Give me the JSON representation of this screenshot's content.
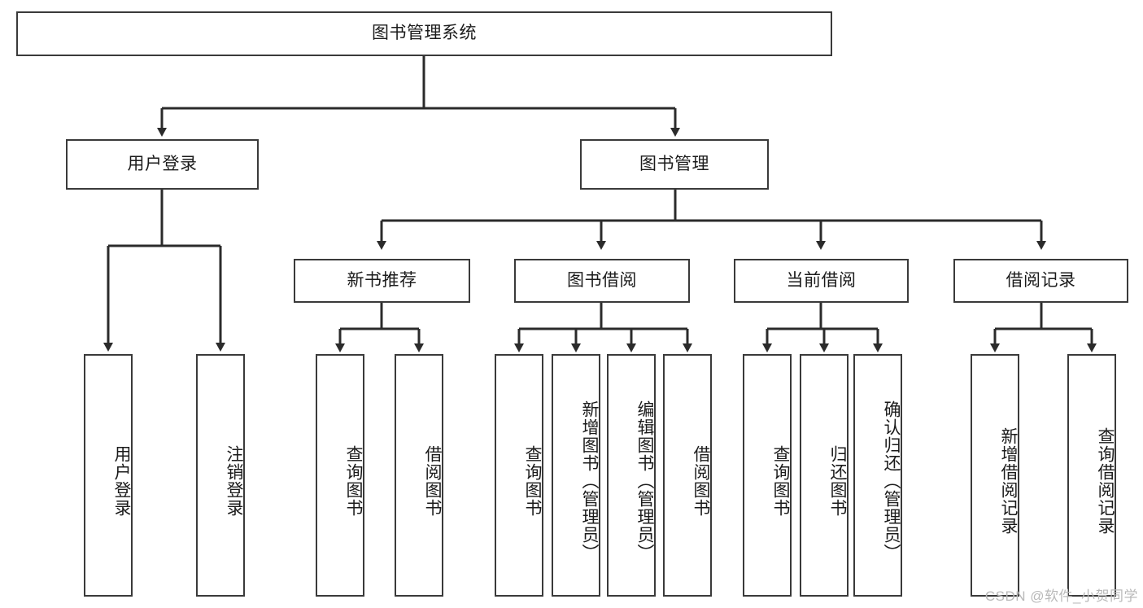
{
  "diagram": {
    "title": "图书管理系统",
    "type": "functional-structure-tree",
    "root": {
      "label": "图书管理系统"
    },
    "level2": [
      {
        "label": "用户登录"
      },
      {
        "label": "图书管理"
      }
    ],
    "level3": [
      {
        "label": "新书推荐"
      },
      {
        "label": "图书借阅"
      },
      {
        "label": "当前借阅"
      },
      {
        "label": "借阅记录"
      }
    ],
    "leaves": {
      "user_login": [
        {
          "label": "用户登录"
        },
        {
          "label": "注销登录"
        }
      ],
      "new_book_recommend": [
        {
          "label": "查询图书"
        },
        {
          "label": "借阅图书"
        }
      ],
      "book_borrow": [
        {
          "label": "查询图书"
        },
        {
          "label": "新增图书（管理员）"
        },
        {
          "label": "编辑图书（管理员）"
        },
        {
          "label": "借阅图书"
        }
      ],
      "current_borrow": [
        {
          "label": "查询图书"
        },
        {
          "label": "归还图书"
        },
        {
          "label": "确认归还（管理员）"
        }
      ],
      "borrow_record": [
        {
          "label": "新增借阅记录"
        },
        {
          "label": "查询借阅记录"
        }
      ]
    }
  },
  "watermark": {
    "text": "CSDN @软件_小贺同学"
  },
  "colors": {
    "box_border": "#3a3a3a",
    "box_fill": "#ffffff",
    "connector": "#2b2b2b",
    "text": "#1b1b1b",
    "watermark": "#b9b9b9",
    "background": "#ffffff"
  }
}
